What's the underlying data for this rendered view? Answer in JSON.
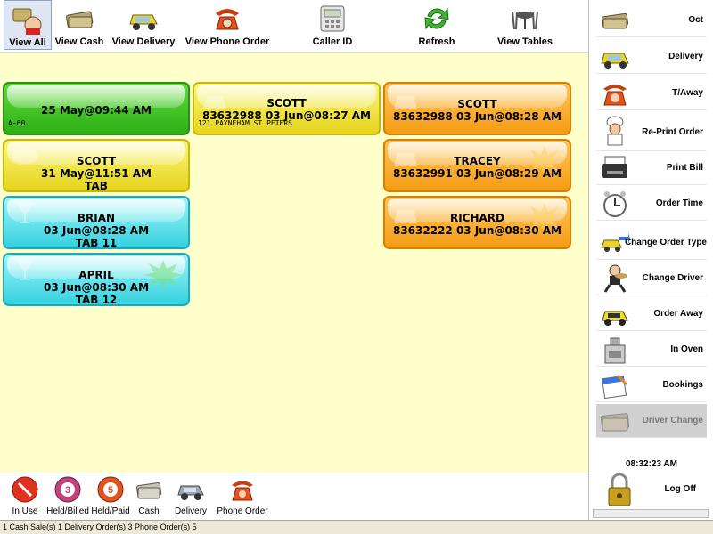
{
  "toolbar": {
    "items": [
      {
        "label": "View All",
        "icon": "all-icon"
      },
      {
        "label": "View Cash",
        "icon": "cash-icon"
      },
      {
        "label": "View Delivery",
        "icon": "delivery-car-icon"
      },
      {
        "label": "View Phone Order",
        "icon": "phone-icon"
      },
      {
        "label": "Caller ID",
        "icon": "caller-id-icon"
      },
      {
        "label": "Refresh",
        "icon": "refresh-icon"
      },
      {
        "label": "View Tables",
        "icon": "table-icon"
      }
    ]
  },
  "orders": [
    {
      "line1": "25 May@09:44 AM",
      "sub": "A-60",
      "color": "#3cc224"
    },
    {
      "line1": "SCOTT",
      "line2": "31 May@11:51 AM",
      "line3": "TAB",
      "color": "#efe23a"
    },
    {
      "line1": "BRIAN",
      "line2": "03 Jun@08:28 AM",
      "line3": "TAB 11",
      "color": "#5ee0ea"
    },
    {
      "line1": "APRIL",
      "line2": "03 Jun@08:30 AM",
      "line3": "TAB 12",
      "color": "#5ee0ea"
    },
    {
      "line1": "SCOTT",
      "line2": "83632988 03 Jun@08:27 AM",
      "sub": "121 PAYNEHAM ST PETERS",
      "color": "#efe23a"
    },
    {
      "line1": "SCOTT",
      "line2": "83632988 03 Jun@08:28 AM",
      "color": "#f7a824"
    },
    {
      "line1": "TRACEY",
      "line2": "83632991 03 Jun@08:29 AM",
      "color": "#f7a824"
    },
    {
      "line1": "RICHARD",
      "line2": "83632222 03 Jun@08:30 AM",
      "color": "#f7a824"
    }
  ],
  "legend": {
    "items": [
      {
        "label": "In Use",
        "icon": "in-use-icon"
      },
      {
        "label": "Held/Billed",
        "icon": "held-billed-icon",
        "badge": "3"
      },
      {
        "label": "Held/Paid",
        "icon": "held-paid-icon",
        "badge": "5"
      },
      {
        "label": "Cash",
        "icon": "cash-icon"
      },
      {
        "label": "Delivery",
        "icon": "delivery-car-icon"
      },
      {
        "label": "Phone Order",
        "icon": "phone-icon"
      }
    ]
  },
  "sidebar": {
    "items": [
      {
        "label": "Oct",
        "icon": "cash-icon"
      },
      {
        "label": "Delivery",
        "icon": "delivery-car-icon"
      },
      {
        "label": "T/Away",
        "icon": "phone-icon"
      },
      {
        "label": "Re-Print Order",
        "icon": "chef-icon"
      },
      {
        "label": "Print Bill",
        "icon": "printer-icon"
      },
      {
        "label": "Order Time",
        "icon": "clock-icon"
      },
      {
        "label": "Change Order Type",
        "icon": "change-type-icon"
      },
      {
        "label": "Change Driver",
        "icon": "driver-icon"
      },
      {
        "label": "Order Away",
        "icon": "car-away-icon"
      },
      {
        "label": "In Oven",
        "icon": "oven-icon"
      },
      {
        "label": "Bookings",
        "icon": "calendar-icon"
      },
      {
        "label": "Driver Change",
        "icon": "money-icon",
        "disabled": true
      }
    ],
    "clock": "08:32:23 AM",
    "logoff_label": "Log Off"
  },
  "status": {
    "text": "1 Cash Sale(s)  1 Delivery Order(s)  3 Phone Order(s)  5"
  }
}
